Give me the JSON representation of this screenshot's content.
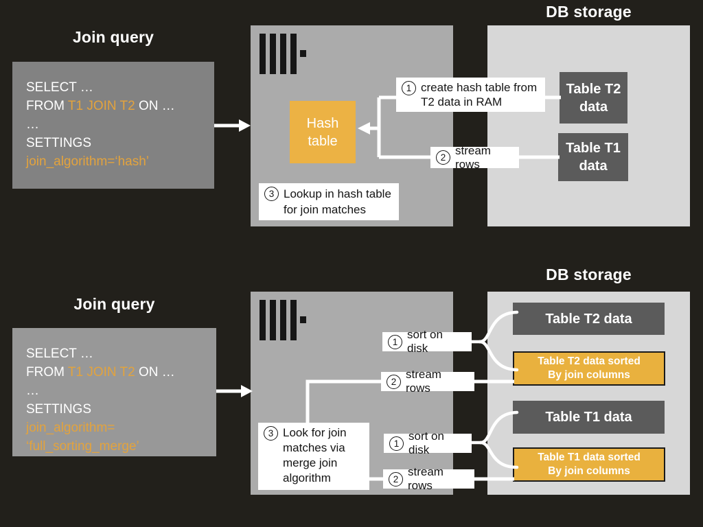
{
  "colors": {
    "background": "#22201b",
    "accent_amber": "#e9b13e",
    "query_box_gray_top": "#828282",
    "query_box_gray_bottom": "#989898",
    "server_gray": "#ababab",
    "db_storage_gray": "#d7d7d7",
    "dark_table_gray": "#5b5b5b",
    "label_white": "#ffffff",
    "text_white": "#ffffff",
    "text_black": "#141414"
  },
  "icons": {
    "server_logo": "clickhouse-bars-logo"
  },
  "panel_hash": {
    "title": "Join query",
    "db_title": "DB storage",
    "sql": {
      "line1": "SELECT …",
      "line2_from": "FROM ",
      "line2_tables": "T1 JOIN T2",
      "line2_on": " ON …",
      "line3": "…",
      "line4": "SETTINGS",
      "line5": "join_algorithm=‘hash’"
    },
    "hash_table_line1": "Hash",
    "hash_table_line2": "table",
    "step1_num": "1",
    "step1_line1": "create hash table from",
    "step1_line2": "T2 data in RAM",
    "step2_num": "2",
    "step2_text": "stream rows",
    "step3_num": "3",
    "step3_line1": "Lookup in hash table",
    "step3_line2": "for join matches",
    "table_t2_line1": "Table T2",
    "table_t2_line2": "data",
    "table_t1_line1": "Table T1",
    "table_t1_line2": "data"
  },
  "panel_merge": {
    "title": "Join query",
    "db_title": "DB storage",
    "sql": {
      "line1": "SELECT …",
      "line2_from": "FROM ",
      "line2_tables": "T1 JOIN T2",
      "line2_on": " ON …",
      "line3": "…",
      "line4": "SETTINGS",
      "line5": "join_algorithm=",
      "line6": "‘full_sorting_merge’"
    },
    "sort_t2_num": "1",
    "sort_t2_text": "sort on disk",
    "stream_t2_num": "2",
    "stream_t2_text": "stream rows",
    "step3_num": "3",
    "step3_line1": "Look for join",
    "step3_line2": "matches via",
    "step3_line3": "merge join",
    "step3_line4": "algorithm",
    "sort_t1_num": "1",
    "sort_t1_text": "sort on disk",
    "stream_t1_num": "2",
    "stream_t1_text": "stream rows",
    "table_t2": "Table T2 data",
    "table_t2_sorted_line1": "Table T2 data sorted",
    "table_t2_sorted_line2": "By join columns",
    "table_t1": "Table T1 data",
    "table_t1_sorted_line1": "Table T1 data sorted",
    "table_t1_sorted_line2": "By join columns"
  }
}
